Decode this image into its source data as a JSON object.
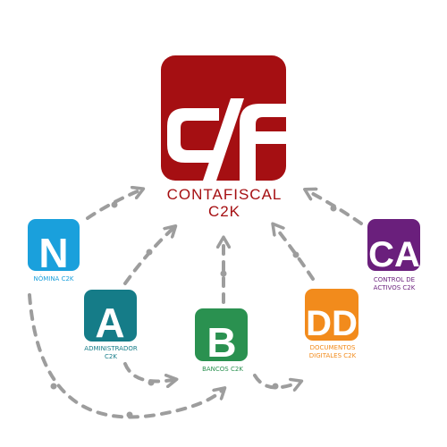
{
  "main": {
    "logo_text": "CF",
    "title": "CONTAFISCAL",
    "subtitle": "C2K",
    "color": "#a50f12"
  },
  "modules": [
    {
      "key": "nomina",
      "letter": "N",
      "label_lines": [
        "NÓMINA C2K"
      ],
      "color": "#1aa0dc"
    },
    {
      "key": "administrador",
      "letter": "A",
      "label_lines": [
        "ADMINISTRADOR",
        "C2K"
      ],
      "color": "#157c88"
    },
    {
      "key": "bancos",
      "letter": "B",
      "label_lines": [
        "BANCOS C2K"
      ],
      "color": "#2a9150"
    },
    {
      "key": "documentos",
      "letter": "DD",
      "label_lines": [
        "DOCUMENTOS",
        "DIGITALES C2K"
      ],
      "color": "#f28b1c"
    },
    {
      "key": "control",
      "letter": "CA",
      "label_lines": [
        "CONTROL DE",
        "ACTIVOS C2K"
      ],
      "color": "#6a1f7c"
    }
  ],
  "arrow_color": "#9d9d9d"
}
